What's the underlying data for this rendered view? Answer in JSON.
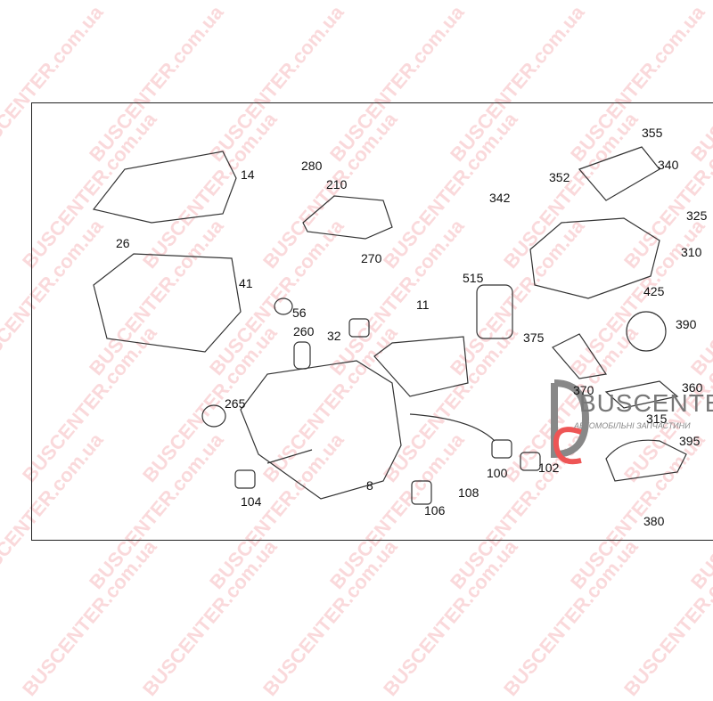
{
  "watermark": "BUSCENTER.com.ua",
  "logo": {
    "name": "BUSCENTER",
    "tagline": "АВТОМОБІЛЬНІ ЗАПЧАСТИНИ"
  },
  "parts": [
    "14",
    "280",
    "210",
    "26",
    "270",
    "41",
    "56",
    "11",
    "515",
    "260",
    "32",
    "355",
    "340",
    "342",
    "352",
    "325",
    "310",
    "425",
    "375",
    "390",
    "370",
    "360",
    "265",
    "315",
    "395",
    "100",
    "102",
    "104",
    "8",
    "108",
    "106",
    "380"
  ]
}
